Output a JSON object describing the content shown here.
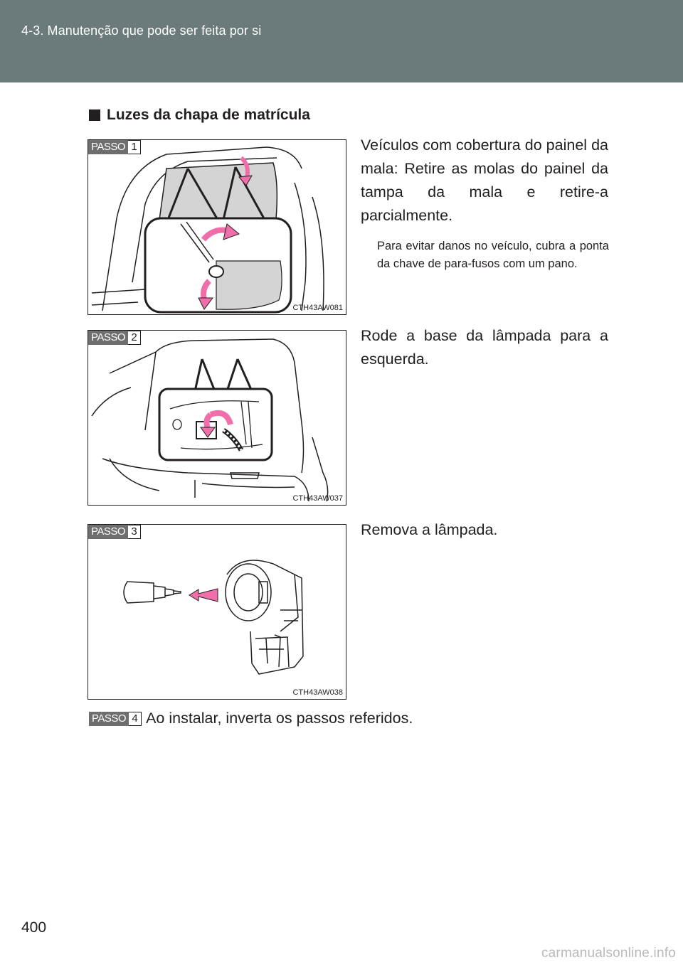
{
  "header": {
    "title": "4-3. Manutenção que pode ser feita por si"
  },
  "section": {
    "title": "Luzes da chapa de matrícula"
  },
  "steps": [
    {
      "badge_word": "PASSO",
      "badge_number": "1",
      "figure_code": "CTH43AW081",
      "text": "Veículos com cobertura do painel da mala: Retire as molas do painel da tampa da mala e retire-a parcialmente.",
      "note": "Para evitar danos no veículo, cubra a ponta da chave de para-fusos com um pano."
    },
    {
      "badge_word": "PASSO",
      "badge_number": "2",
      "figure_code": "CTH43AW037",
      "text": "Rode a base da lâmpada para a esquerda."
    },
    {
      "badge_word": "PASSO",
      "badge_number": "3",
      "figure_code": "CTH43AW038",
      "text": "Remova a lâmpada."
    },
    {
      "badge_word": "PASSO",
      "badge_number": "4",
      "text": "Ao instalar, inverta os passos referidos."
    }
  ],
  "page_number": "400",
  "watermark": "carmanualsonline.info",
  "colors": {
    "header_bg": "#6b7a7a",
    "arrow_pink": "#f06eaa",
    "text": "#231f20"
  }
}
